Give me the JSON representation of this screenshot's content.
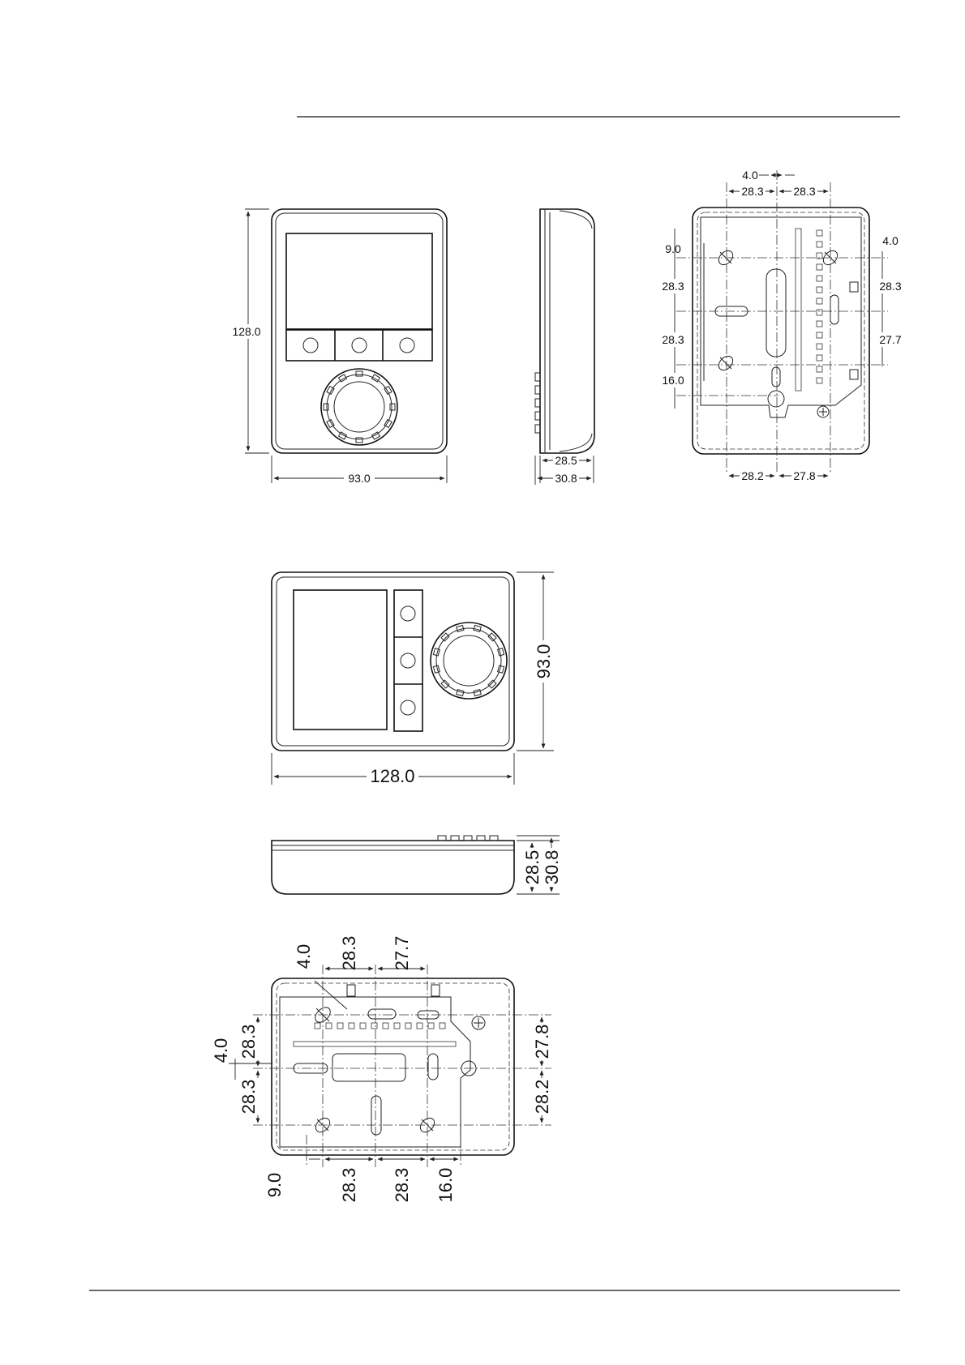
{
  "figure": {
    "front_view": {
      "height": "128.0",
      "width": "93.0"
    },
    "side_view": {
      "depth_inner": "28.5",
      "depth_outer": "30.8"
    },
    "back_view": {
      "top_center": "4.0",
      "top_left": "28.3",
      "top_right": "28.3",
      "left_1": "9.0",
      "left_2": "28.3",
      "left_3": "28.3",
      "left_4": "16.0",
      "right_1": "4.0",
      "right_2": "28.3",
      "right_3": "27.7",
      "bottom_left": "28.2",
      "bottom_right": "27.8"
    },
    "landscape_front": {
      "height": "93.0",
      "width": "128.0"
    },
    "landscape_side": {
      "depth_inner": "28.5",
      "depth_outer": "30.8"
    },
    "landscape_back": {
      "top_1": "4.0",
      "top_2": "28.3",
      "top_3": "27.7",
      "left_1": "4.0",
      "left_2": "28.3",
      "left_3": "28.3",
      "right_1": "27.8",
      "right_2": "28.2",
      "bottom_1": "9.0",
      "bottom_2": "28.3",
      "bottom_3": "28.3",
      "bottom_4": "16.0"
    }
  }
}
